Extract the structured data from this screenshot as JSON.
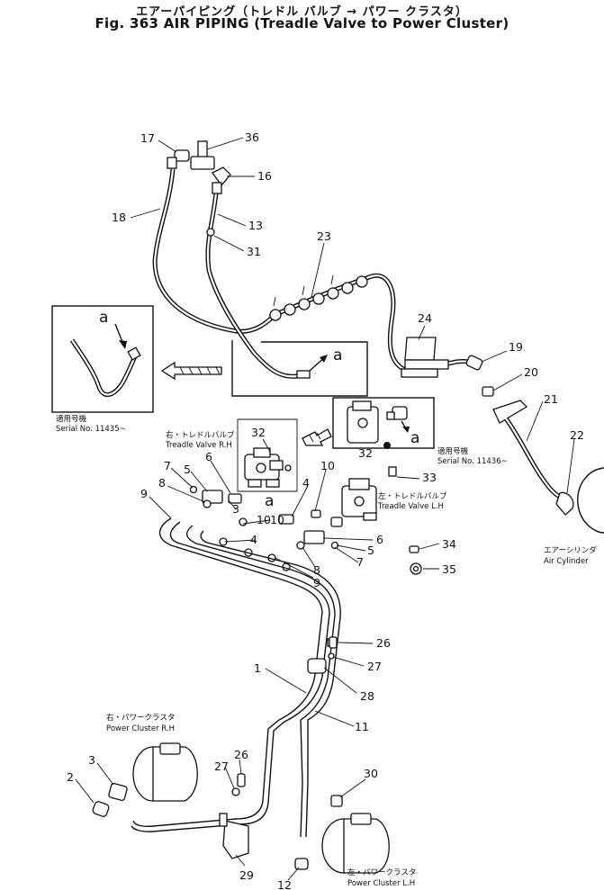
{
  "figure": {
    "title_jp": "エアーパイピング（トレドル バルブ → パワー クラスタ）",
    "title_en": "Fig. 363 AIR PIPING (Treadle Valve to Power Cluster)"
  },
  "labels": {
    "serial_left_jp": "適用号機",
    "serial_left_en": "Serial No. 11435~",
    "serial_right_jp": "適用号機",
    "serial_right_en": "Serial No. 11436~",
    "treadle_rh_jp": "右・トレドルバルブ",
    "treadle_rh_en": "Treadle Valve R.H",
    "treadle_lh_jp": "左・トレドルバルブ",
    "treadle_lh_en": "Treadle Valve L.H",
    "air_cyl_jp": "エアーシリンダ",
    "air_cyl_en": "Air Cylinder",
    "cluster_rh_jp": "右・パワークラスタ",
    "cluster_rh_en": "Power Cluster R.H",
    "cluster_lh_jp": "左・パワークラスタ",
    "cluster_lh_en": "Power Cluster L.H",
    "detail_a": "a"
  },
  "callouts": [
    "17",
    "36",
    "16",
    "18",
    "13",
    "31",
    "23",
    "24",
    "19",
    "20",
    "21",
    "22",
    "32",
    "33",
    "32",
    "7",
    "5",
    "6",
    "10",
    "8",
    "9",
    "4",
    "10",
    "4",
    "10",
    "3",
    "6",
    "5",
    "7",
    "8",
    "9",
    "34",
    "35",
    "26",
    "27",
    "28",
    "1",
    "11",
    "26",
    "27",
    "3",
    "2",
    "30",
    "29",
    "12"
  ]
}
